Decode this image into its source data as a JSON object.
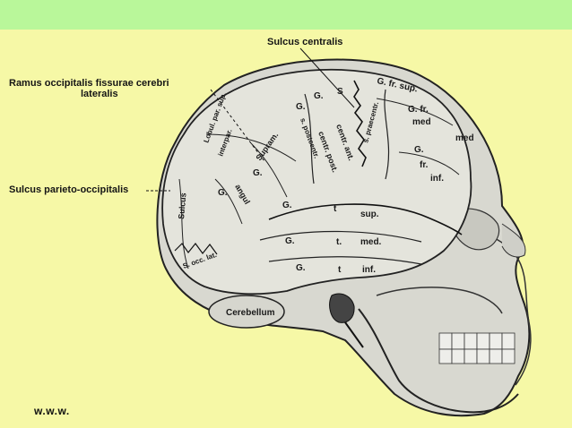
{
  "labels": {
    "sulcus_centralis": "Sulcus centralis",
    "ramus_line1": "Ramus occipitalis fissurae cerebri",
    "ramus_line2": "lateralis",
    "sulcus_parieto": "Sulcus parieto-occipitalis",
    "caption": "w.w.w."
  },
  "gyri": {
    "g_fr_sup": "G. fr. sup.",
    "g_fr_med_1": "G. fr.",
    "g_fr_med_2": "med",
    "med": "med",
    "g_fr_inf_1": "G.",
    "g_fr_inf_2": "fr.",
    "g_fr_inf_3": "inf.",
    "g_t_sup_g": "G.",
    "g_t_sup_t": "t",
    "g_t_sup_s": "sup.",
    "g_t_med_g": "G.",
    "g_t_med_t": "t.",
    "g_t_med_s": "med.",
    "g_t_inf_g": "G.",
    "g_t_inf_t": "t",
    "g_t_inf_s": "inf.",
    "centr_ant": "centr. ant.",
    "centr_post": "centr. post.",
    "s_postcentr": "s. postcentr.",
    "s_praecentr": "s. praecentr.",
    "supram": "Supram.",
    "g_supram": "G.",
    "angul": "angul",
    "g_angul": "G.",
    "g_small_1": "G.",
    "g_small_2": "G.",
    "s_small": "S",
    "lobul_par_sup": "Lobul. par. sup.",
    "interpar": "interpar.",
    "sulcus_occ": "Sulcus",
    "s_occ_lat": "S. occ. lat.",
    "cerebellum": "Cerebellum"
  },
  "colors": {
    "background": "#f6f8a6",
    "top_bar": "#b9f79a",
    "ink": "#1a1a1a",
    "skull": "#d8d8d0"
  }
}
